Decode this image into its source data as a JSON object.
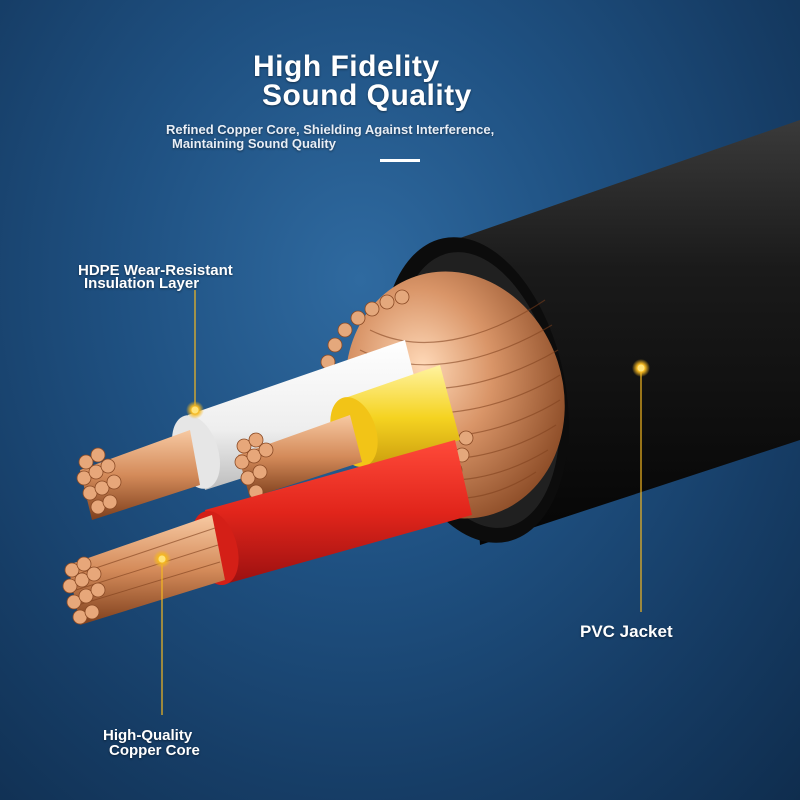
{
  "headline": {
    "line1": "High Fidelity",
    "line2": "Sound Quality"
  },
  "subheadline": {
    "line1": "Refined Copper Core, Shielding Against Interference,",
    "line2": "Maintaining Sound Quality"
  },
  "callouts": {
    "insulation": {
      "line1": "HDPE Wear-Resistant",
      "line2": "Insulation Layer"
    },
    "jacket": {
      "label": "PVC Jacket"
    },
    "core": {
      "line1": "High-Quality",
      "line2": "Copper Core"
    }
  },
  "colors": {
    "background": "#1f5182",
    "jacket": "#141414",
    "copper": "#d99568",
    "red_insulation": "#e1251b",
    "yellow_insulation": "#f5d321",
    "white_insulation": "#f2f2f2",
    "callout_dot": "#f5b820"
  }
}
